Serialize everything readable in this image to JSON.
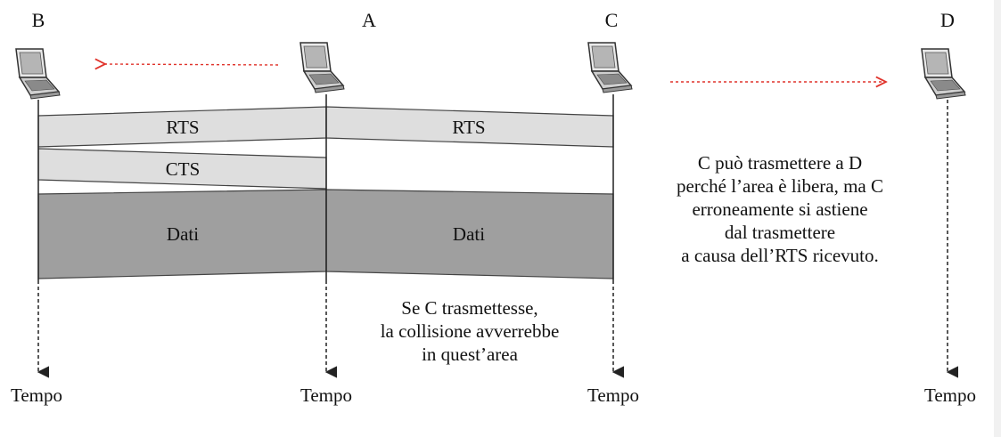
{
  "nodes": {
    "B": {
      "label": "B",
      "time_label": "Tempo"
    },
    "A": {
      "label": "A",
      "time_label": "Tempo"
    },
    "C": {
      "label": "C",
      "time_label": "Tempo"
    },
    "D": {
      "label": "D",
      "time_label": "Tempo"
    }
  },
  "bands": {
    "rts_left": "RTS",
    "rts_right": "RTS",
    "cts": "CTS",
    "dati_left": "Dati",
    "dati_right": "Dati"
  },
  "collision_note": [
    "Se C trasmettesse,",
    "la collisione avverrebbe",
    "in quest’area"
  ],
  "exposed_note": [
    "C può trasmettere a D",
    "perché l’area è libera, ma C",
    "erroneamente si astiene",
    "dal trasmettere",
    "a causa dell’RTS ricevuto."
  ],
  "colors": {
    "light_band": "#dedede",
    "data_band": "#9f9f9f",
    "arrow_red": "#e0332b",
    "line": "#222222"
  }
}
